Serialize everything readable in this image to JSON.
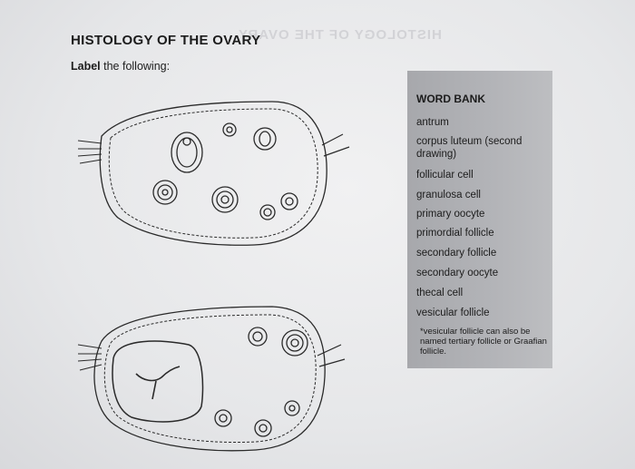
{
  "header": {
    "title": "HISTOLOGY OF THE OVARY",
    "subtitle_bold": "Label",
    "subtitle_rest": " the following:"
  },
  "word_bank": {
    "title": "WORD BANK",
    "items": [
      "antrum",
      "corpus luteum (second drawing)",
      "follicular cell",
      "granulosa cell",
      "primary oocyte",
      "primordial follicle",
      "secondary follicle",
      "secondary oocyte",
      "thecal cell",
      "vesicular follicle"
    ],
    "note": "*vesicular follicle can also be named tertiary follicle or Graafian follicle."
  }
}
